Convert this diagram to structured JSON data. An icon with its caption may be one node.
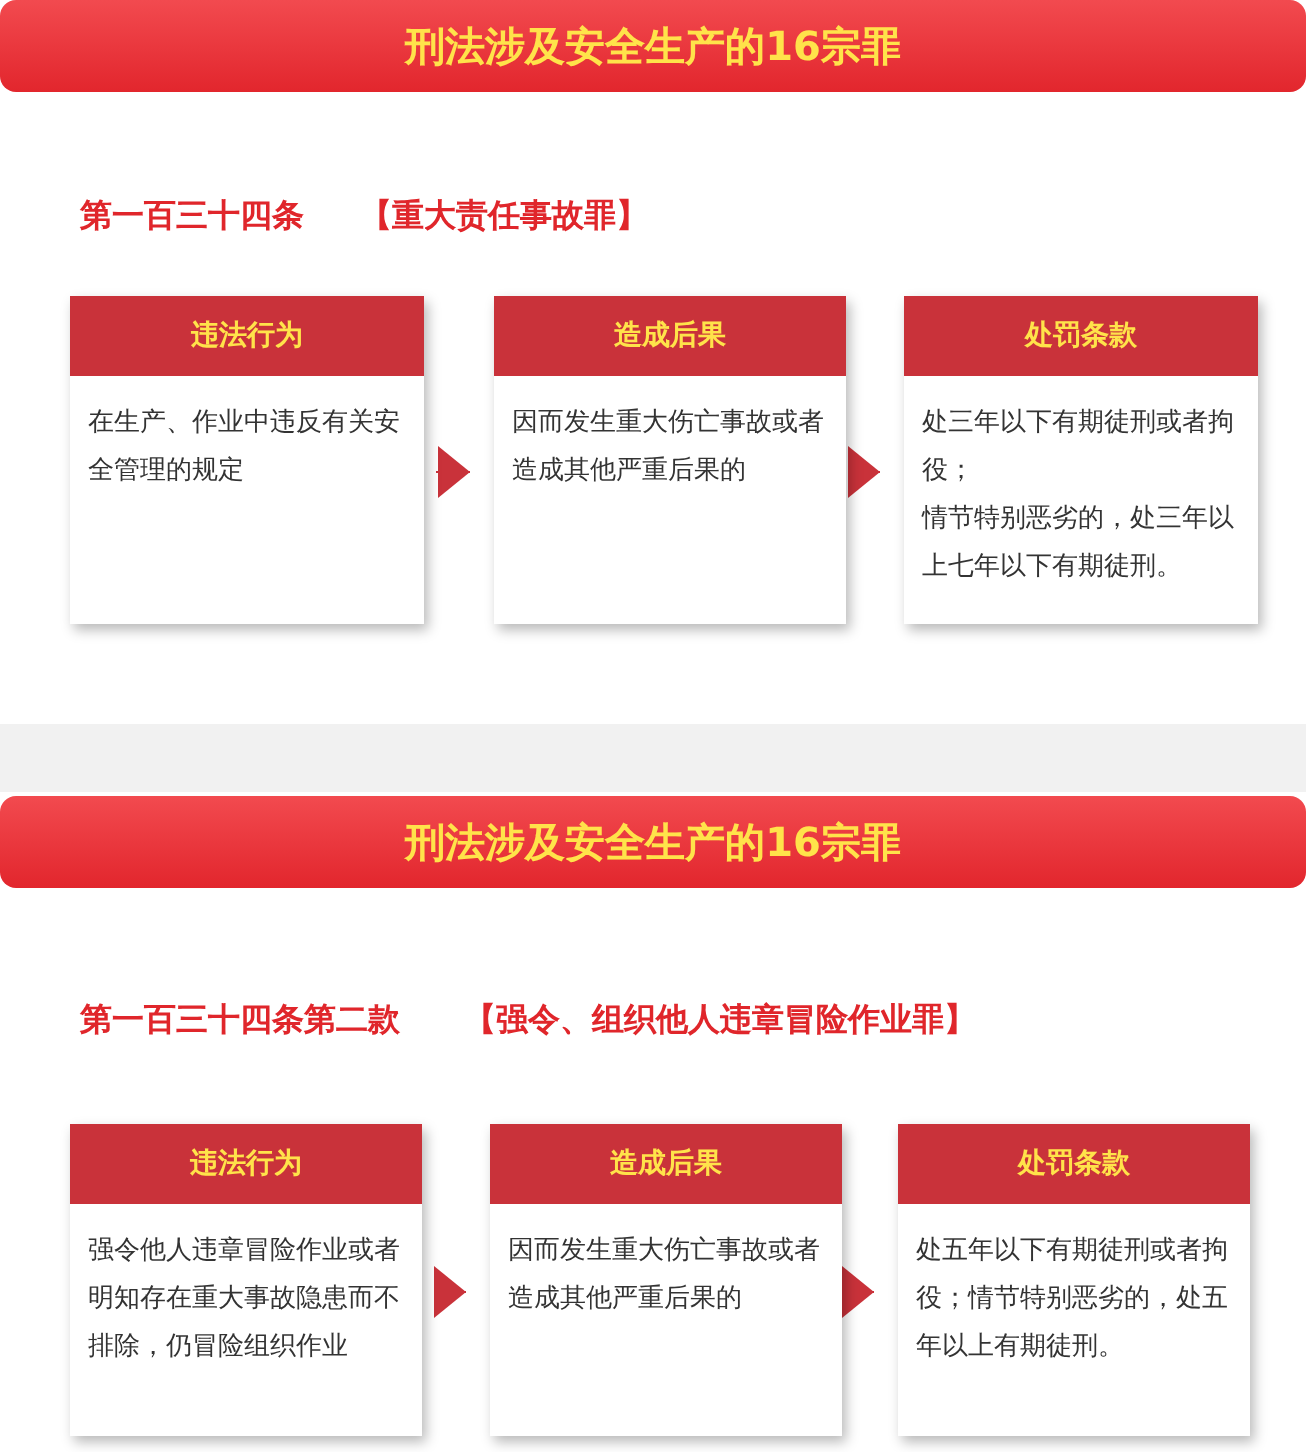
{
  "diagram": {
    "nodes": [
      {
        "text": [
          "刑法涉及安全生产的16宗罪"
        ]
      },
      {
        "text": [
          "违法行为",
          "在生产、作业中违反有关安全管理的规定"
        ]
      },
      {
        "text": [
          "造成后果",
          "因而发生重大伤亡事故或者造成其他严重后果的"
        ]
      },
      {
        "text": [
          "处罚条款",
          "处三年以下有期徒刑或者拘役；",
          "情节特别恶劣的，处三年以上七年以下有期徒刑。"
        ]
      },
      {
        "text": [
          "刑法涉及安全生产的16宗罪"
        ]
      },
      {
        "text": [
          "违法行为",
          "强令他人违章冒险作业或者明知存在重大事故隐患而不排除，仍冒险组织作业"
        ]
      },
      {
        "text": [
          "造成后果",
          "因而发生重大伤亡事故或者造成其他严重后果的"
        ]
      },
      {
        "text": [
          "处罚条款",
          "处五年以下有期徒刑或者拘役；情节特别恶劣的，处五年以上有期徒刑。"
        ]
      }
    ],
    "edges": [
      {
        "from": 1,
        "to": 2,
        "arrow": "to"
      },
      {
        "from": 2,
        "to": 3,
        "arrow": "to"
      },
      {
        "from": 5,
        "to": 6,
        "arrow": "to"
      },
      {
        "from": 6,
        "to": 7,
        "arrow": "to"
      }
    ],
    "labels": [
      "第一百三十四条",
      "【重大责任事故罪】",
      "第一百三十四条第二款",
      "【强令、组织他人违章冒险作业罪】"
    ]
  }
}
